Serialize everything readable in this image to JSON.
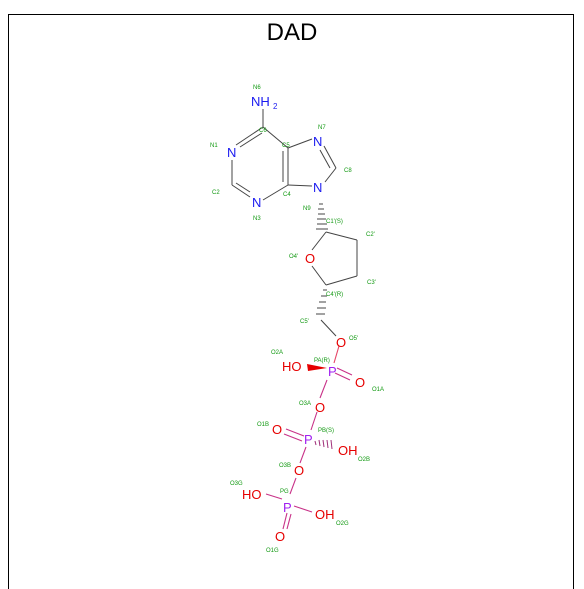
{
  "title": "DAD",
  "colors": {
    "nitrogen": "#1a1af0",
    "carbon_label": "#119911",
    "bond": "#444444",
    "oxygen": "#e60000",
    "phosphorus": "#a020f0"
  },
  "heavy_atoms": {
    "nh2": "NH",
    "nh2_sub": "2",
    "n1": "N",
    "n3": "N",
    "n7": "N",
    "n9": "N",
    "o4p": "O",
    "o5p": "O",
    "o3a": "O",
    "o3b": "O",
    "o1a": "O",
    "o1b": "O",
    "o1g": "O",
    "o2a": "HO",
    "o2b": "OH",
    "o3g": "HO",
    "o2g": "OH",
    "pa": "P",
    "pb": "P",
    "pg": "P"
  },
  "atom_labels": {
    "n6": "N6",
    "c6": "C6",
    "n1": "N1",
    "c5": "C5",
    "n7": "N7",
    "c8": "C8",
    "c2": "C2",
    "c4": "C4",
    "n3": "N3",
    "n9": "N9",
    "c1p": "C1'(S)",
    "c2p": "C2'",
    "o4p": "O4'",
    "c3p": "C3'",
    "c4p": "C4'(R)",
    "c5p": "C5'",
    "o5p": "O5'",
    "o2a": "O2A",
    "pa": "PA(R)",
    "o1a": "O1A",
    "o3a": "O3A",
    "o1b": "O1B",
    "pb": "PB(S)",
    "o3b": "O3B",
    "o2b": "O2B",
    "o3g": "O3G",
    "pg": "PG",
    "o2g": "O2G",
    "o1g": "O1G"
  }
}
